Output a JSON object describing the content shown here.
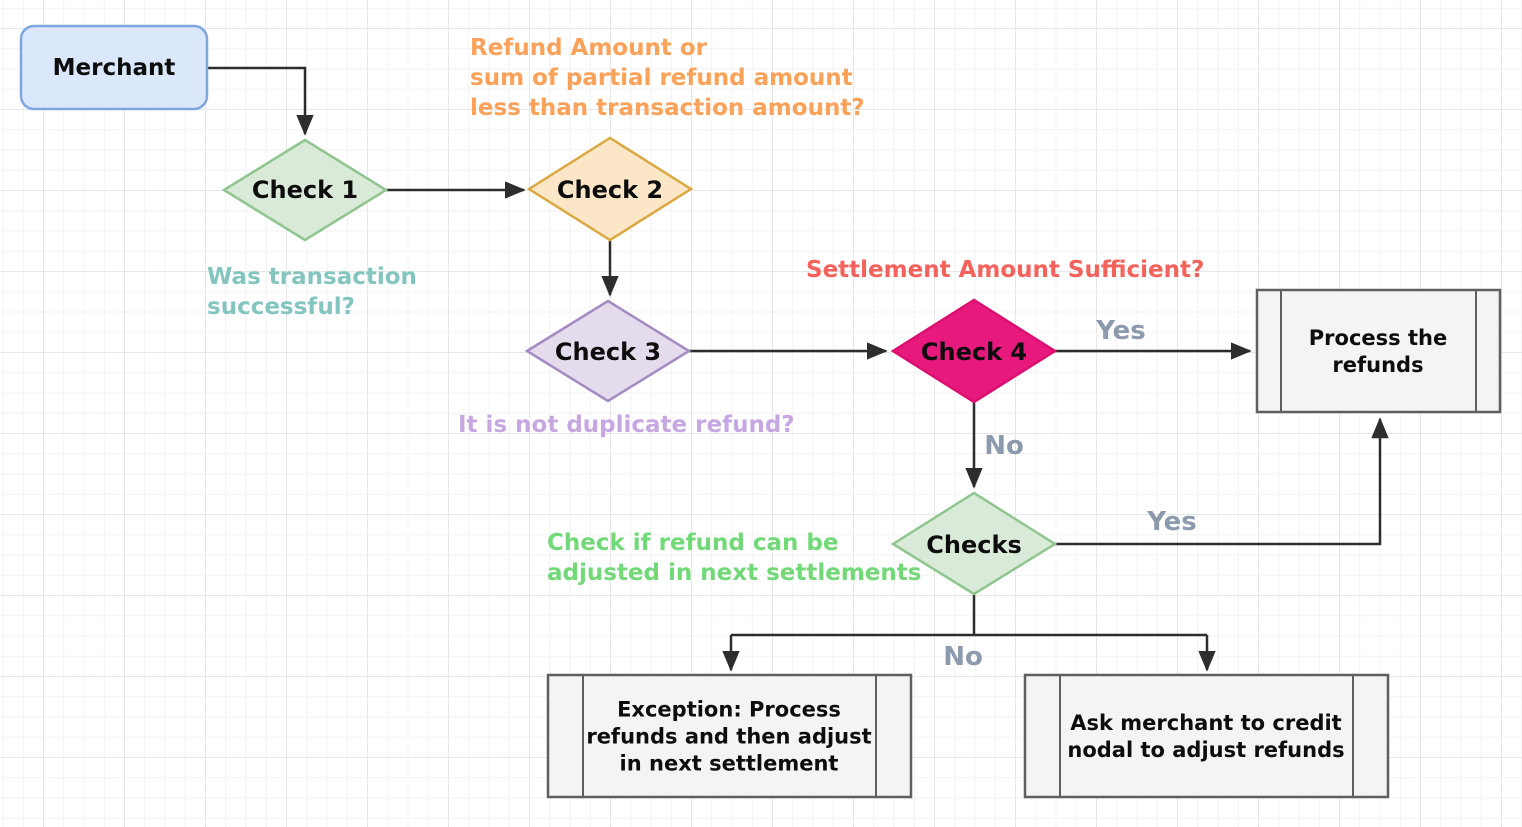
{
  "nodes": {
    "merchant": {
      "label": "Merchant",
      "fill": "#dbe8fb",
      "border": "#7ea6e0"
    },
    "check1": {
      "label": "Check 1",
      "fill": "#d9ebd8",
      "border": "#90c590"
    },
    "check2": {
      "label": "Check 2",
      "fill": "#fbe6c7",
      "border": "#d9a840"
    },
    "check3": {
      "label": "Check 3",
      "fill": "#e4dcec",
      "border": "#a48bc2"
    },
    "check4": {
      "label": "Check 4",
      "fill": "#e8197c",
      "border": "#da0f70"
    },
    "checks": {
      "label": "Checks",
      "fill": "#d9ebd8",
      "border": "#90c590"
    },
    "process_refunds": {
      "label": "Process the\nrefunds",
      "fill": "#f4f4f4",
      "border": "#5f5f5f"
    },
    "exception_process": {
      "label": "Exception: Process\nrefunds and then adjust\nin next settlement",
      "fill": "#f4f4f4",
      "border": "#5f5f5f"
    },
    "ask_merchant": {
      "label": "Ask merchant to credit\nnodal to adjust refunds",
      "fill": "#f4f4f4",
      "border": "#5f5f5f"
    }
  },
  "annotations": {
    "check1_question": {
      "text": "Was transaction\nsuccessful?",
      "color": "#84c6bf"
    },
    "check2_question": {
      "text": "Refund Amount or\nsum of partial refund amount\nless than transaction amount?",
      "color": "#faa259"
    },
    "check3_question": {
      "text": "It is not duplicate refund?",
      "color": "#c6a7e2"
    },
    "check4_question": {
      "text": "Settlement Amount Sufficient?",
      "color": "#f4625c"
    },
    "checks_question": {
      "text": "Check if refund can be\nadjusted in next settlements",
      "color": "#72d878"
    }
  },
  "edge_labels": {
    "color": "#8c9aad",
    "check4_yes": {
      "text": "Yes"
    },
    "check4_no": {
      "text": "No"
    },
    "checks_yes": {
      "text": "Yes"
    },
    "checks_no": {
      "text": "No"
    }
  },
  "edge_color": "#2d2d2d"
}
